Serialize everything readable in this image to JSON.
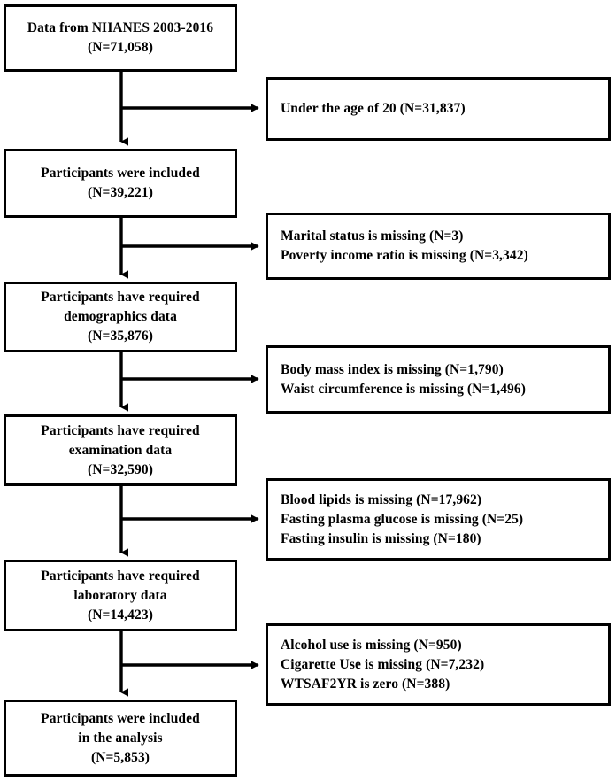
{
  "chart_data": {
    "type": "diagram",
    "title": "NHANES 2003-2016 participant selection flow diagram",
    "diagram_kind": "flowchart",
    "total_start": 71058,
    "total_end": 5853,
    "steps": [
      {
        "stage": "Data from NHANES 2003-2016",
        "n": 71058,
        "excluded": [
          {
            "reason": "Under the age of 20",
            "n": 31837
          }
        ]
      },
      {
        "stage": "Participants were included",
        "n": 39221,
        "excluded": [
          {
            "reason": "Marital status is missing",
            "n": 3
          },
          {
            "reason": "Poverty income ratio is missing",
            "n": 3342
          }
        ]
      },
      {
        "stage": "Participants have required demographics data",
        "n": 35876,
        "excluded": [
          {
            "reason": "Body mass index is missing",
            "n": 1790
          },
          {
            "reason": "Waist circumference is missing",
            "n": 1496
          }
        ]
      },
      {
        "stage": "Participants have required examination data",
        "n": 32590,
        "excluded": [
          {
            "reason": "Blood lipids is missing",
            "n": 17962
          },
          {
            "reason": "Fasting plasma glucose is missing",
            "n": 25
          },
          {
            "reason": "Fasting insulin is missing",
            "n": 180
          }
        ]
      },
      {
        "stage": "Participants have required laboratory data",
        "n": 14423,
        "excluded": [
          {
            "reason": "Alcohol use is missing",
            "n": 950
          },
          {
            "reason": "Cigarette Use is missing",
            "n": 7232
          },
          {
            "reason": "WTSAF2YR is zero",
            "n": 388
          }
        ]
      },
      {
        "stage": "Participants were included in the analysis",
        "n": 5853,
        "excluded": []
      }
    ]
  },
  "colors": {
    "box_border": "#000000",
    "box_fill": "#ffffff",
    "connector": "#000000",
    "text": "#000000",
    "page_background": "#ffffff"
  },
  "main_nodes": [
    {
      "id": "node-source",
      "lines": [
        "Data from NHANES 2003-2016",
        "(N=71,058)"
      ]
    },
    {
      "id": "node-included",
      "lines": [
        "Participants were included",
        "(N=39,221)"
      ]
    },
    {
      "id": "node-demographics",
      "lines": [
        "Participants have required",
        "demographics data",
        "(N=35,876)"
      ]
    },
    {
      "id": "node-examination",
      "lines": [
        "Participants have required",
        "examination data",
        "(N=32,590)"
      ]
    },
    {
      "id": "node-laboratory",
      "lines": [
        "Participants have required",
        "laboratory data",
        "(N=14,423)"
      ]
    },
    {
      "id": "node-analysis",
      "lines": [
        "Participants were included",
        "in the analysis",
        "(N=5,853)"
      ]
    }
  ],
  "exclusion_nodes": [
    {
      "id": "exclusion-age",
      "lines": [
        "Under the age of 20 (N=31,837)"
      ]
    },
    {
      "id": "exclusion-demographics",
      "lines": [
        "Marital status is missing (N=3)",
        "Poverty income ratio is missing (N=3,342)"
      ]
    },
    {
      "id": "exclusion-examination",
      "lines": [
        "Body mass index is missing (N=1,790)",
        "Waist circumference is missing (N=1,496)"
      ]
    },
    {
      "id": "exclusion-laboratory",
      "lines": [
        "Blood lipids is missing (N=17,962)",
        "Fasting plasma glucose is missing (N=25)",
        "Fasting insulin is missing (N=180)"
      ]
    },
    {
      "id": "exclusion-questionnaire",
      "lines": [
        "Alcohol use is missing (N=950)",
        "Cigarette Use is missing (N=7,232)",
        "WTSAF2YR is zero (N=388)"
      ]
    }
  ]
}
